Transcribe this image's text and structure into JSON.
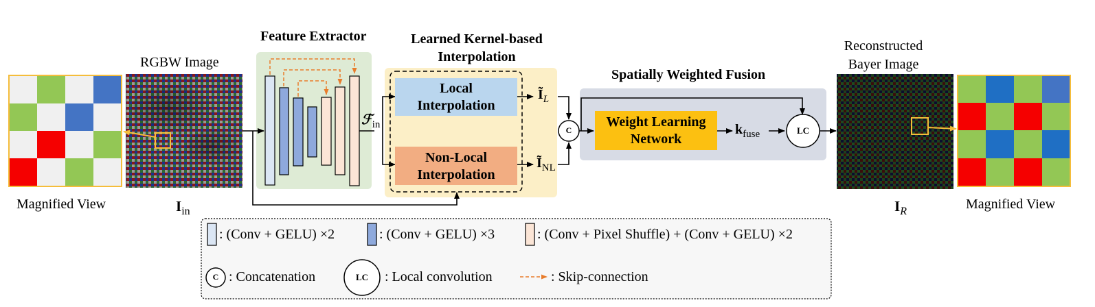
{
  "colors": {
    "feature_bg": "#deebd5",
    "interp_bg": "#fcefc7",
    "fusion_bg": "#d7dbe5",
    "local_box": "#bad6ee",
    "nonlocal_box": "#f2ad82",
    "weight_box": "#fcc011",
    "skip_arrow": "#e87c2b",
    "mosaic_green": "#93c755",
    "mosaic_blue": "#4474c4",
    "mosaic_red": "#f50000",
    "mosaic_white": "#f0f0f0",
    "frame_orange": "#f5bd3b",
    "layer_light_blue": "#dbe6f4",
    "layer_blue": "#8ea9dc",
    "layer_peach": "#fbe5d6"
  },
  "labels": {
    "rgbw_image": "RGBW Image",
    "input_symbol": "I",
    "input_sub": "in",
    "magnified_left": "Magnified View",
    "feature_extractor": "Feature Extractor",
    "feature_symbol": "ℱ",
    "feature_sub": "in",
    "interp_title_line1": "Learned Kernel-based",
    "interp_title_line2": "Interpolation",
    "local_line1": "Local",
    "local_line2": "Interpolation",
    "nonlocal_line1": "Non-Local",
    "nonlocal_line2": "Interpolation",
    "il_symbol": "Ĩ",
    "il_sub": "L",
    "inl_symbol": "Ĩ",
    "inl_sub": "NL",
    "fusion_title": "Spatially Weighted Fusion",
    "weight_line1": "Weight Learning",
    "weight_line2": "Network",
    "kfuse_symbol": "k",
    "kfuse_sub": "fuse",
    "concat_symbol": "C",
    "lc_symbol": "LC",
    "reconstructed_line1": "Reconstructed",
    "reconstructed_line2": "Bayer Image",
    "output_symbol": "I",
    "output_sub": "R",
    "magnified_right": "Magnified View"
  },
  "legend": {
    "conv_gelu_2": ": (Conv + GELU) ×2",
    "conv_gelu_3": ": (Conv + GELU) ×3",
    "pixel_shuffle": ": (Conv + Pixel Shuffle) + (Conv + GELU) ×2",
    "concat_symbol": "C",
    "concatenation": ": Concatenation",
    "lc_symbol": "LC",
    "local_conv": ": Local convolution",
    "skip": ": Skip-connection"
  }
}
